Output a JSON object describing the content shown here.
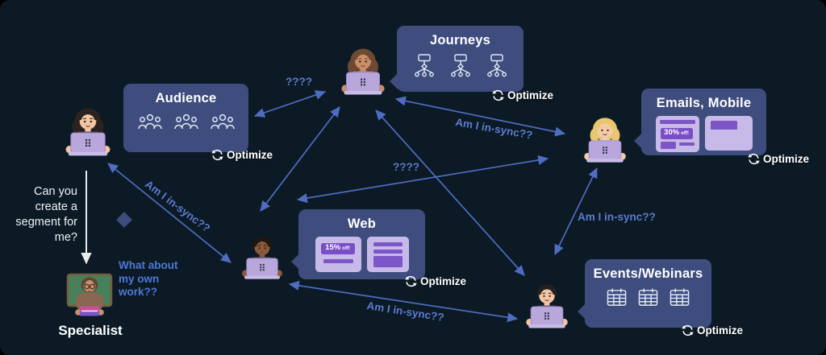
{
  "cards": {
    "audience": {
      "title": "Audience"
    },
    "journeys": {
      "title": "Journeys"
    },
    "emails": {
      "title": "Emails, Mobile",
      "badge_value": "30%",
      "badge_suffix": "off!"
    },
    "web": {
      "title": "Web",
      "badge_value": "15%",
      "badge_suffix": "off!"
    },
    "events": {
      "title": "Events/Webinars"
    }
  },
  "ui": {
    "optimize": "Optimize"
  },
  "arrow_labels": {
    "insync": "Am I in-sync??",
    "questions": "????"
  },
  "speech": {
    "segment_request": "Can you\ncreate a\nsegment for\nme?",
    "own_work": "What about\nmy own\nwork??"
  },
  "people": {
    "specialist_label": "Specialist"
  },
  "colors": {
    "background": "#0C1A25",
    "card": "#3E4D7E",
    "arrow": "#4F6CC0",
    "arrow_label": "#5C7ACF",
    "white_arrow": "#E8EBEE",
    "thumb_bg": "#C8BAE8",
    "thumb_accent": "#7C55C7",
    "laptop": "#B9A7DC"
  }
}
